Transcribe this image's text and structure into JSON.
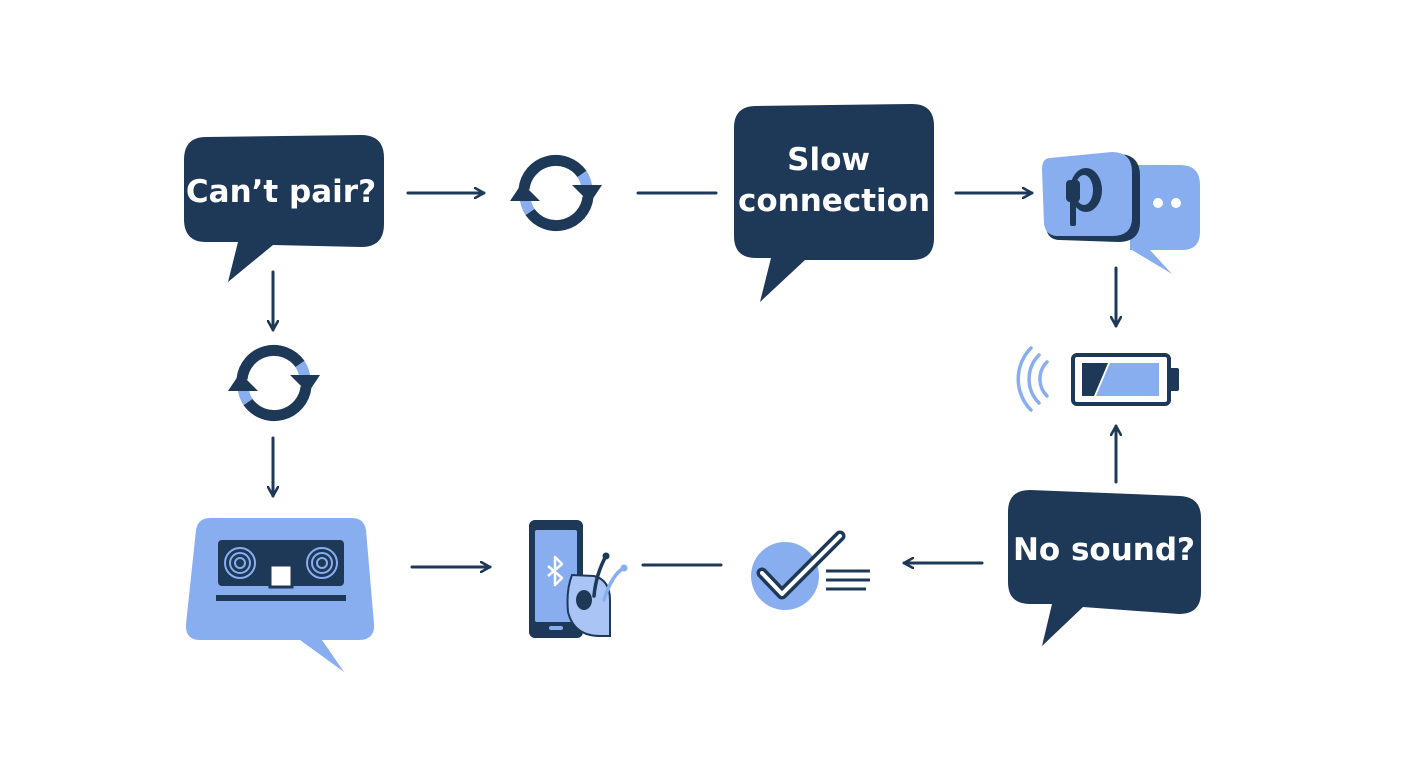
{
  "bubbles": {
    "cant_pair": "Can’t pair?",
    "slow_connection_line1": "Slow",
    "slow_connection_line2": "connection",
    "no_sound": "No sound?"
  },
  "colors": {
    "navy": "#1e3858",
    "light_blue": "#89aef0",
    "pale_blue": "#a9c4f5",
    "white": "#ffffff"
  },
  "icons": [
    "sync-icon",
    "earbud-chat-icon",
    "battery-low-icon",
    "signal-waves-icon",
    "speaker-panel-chat-icon",
    "phone-bluetooth-earbud-icon",
    "checkmark-circle-icon"
  ]
}
